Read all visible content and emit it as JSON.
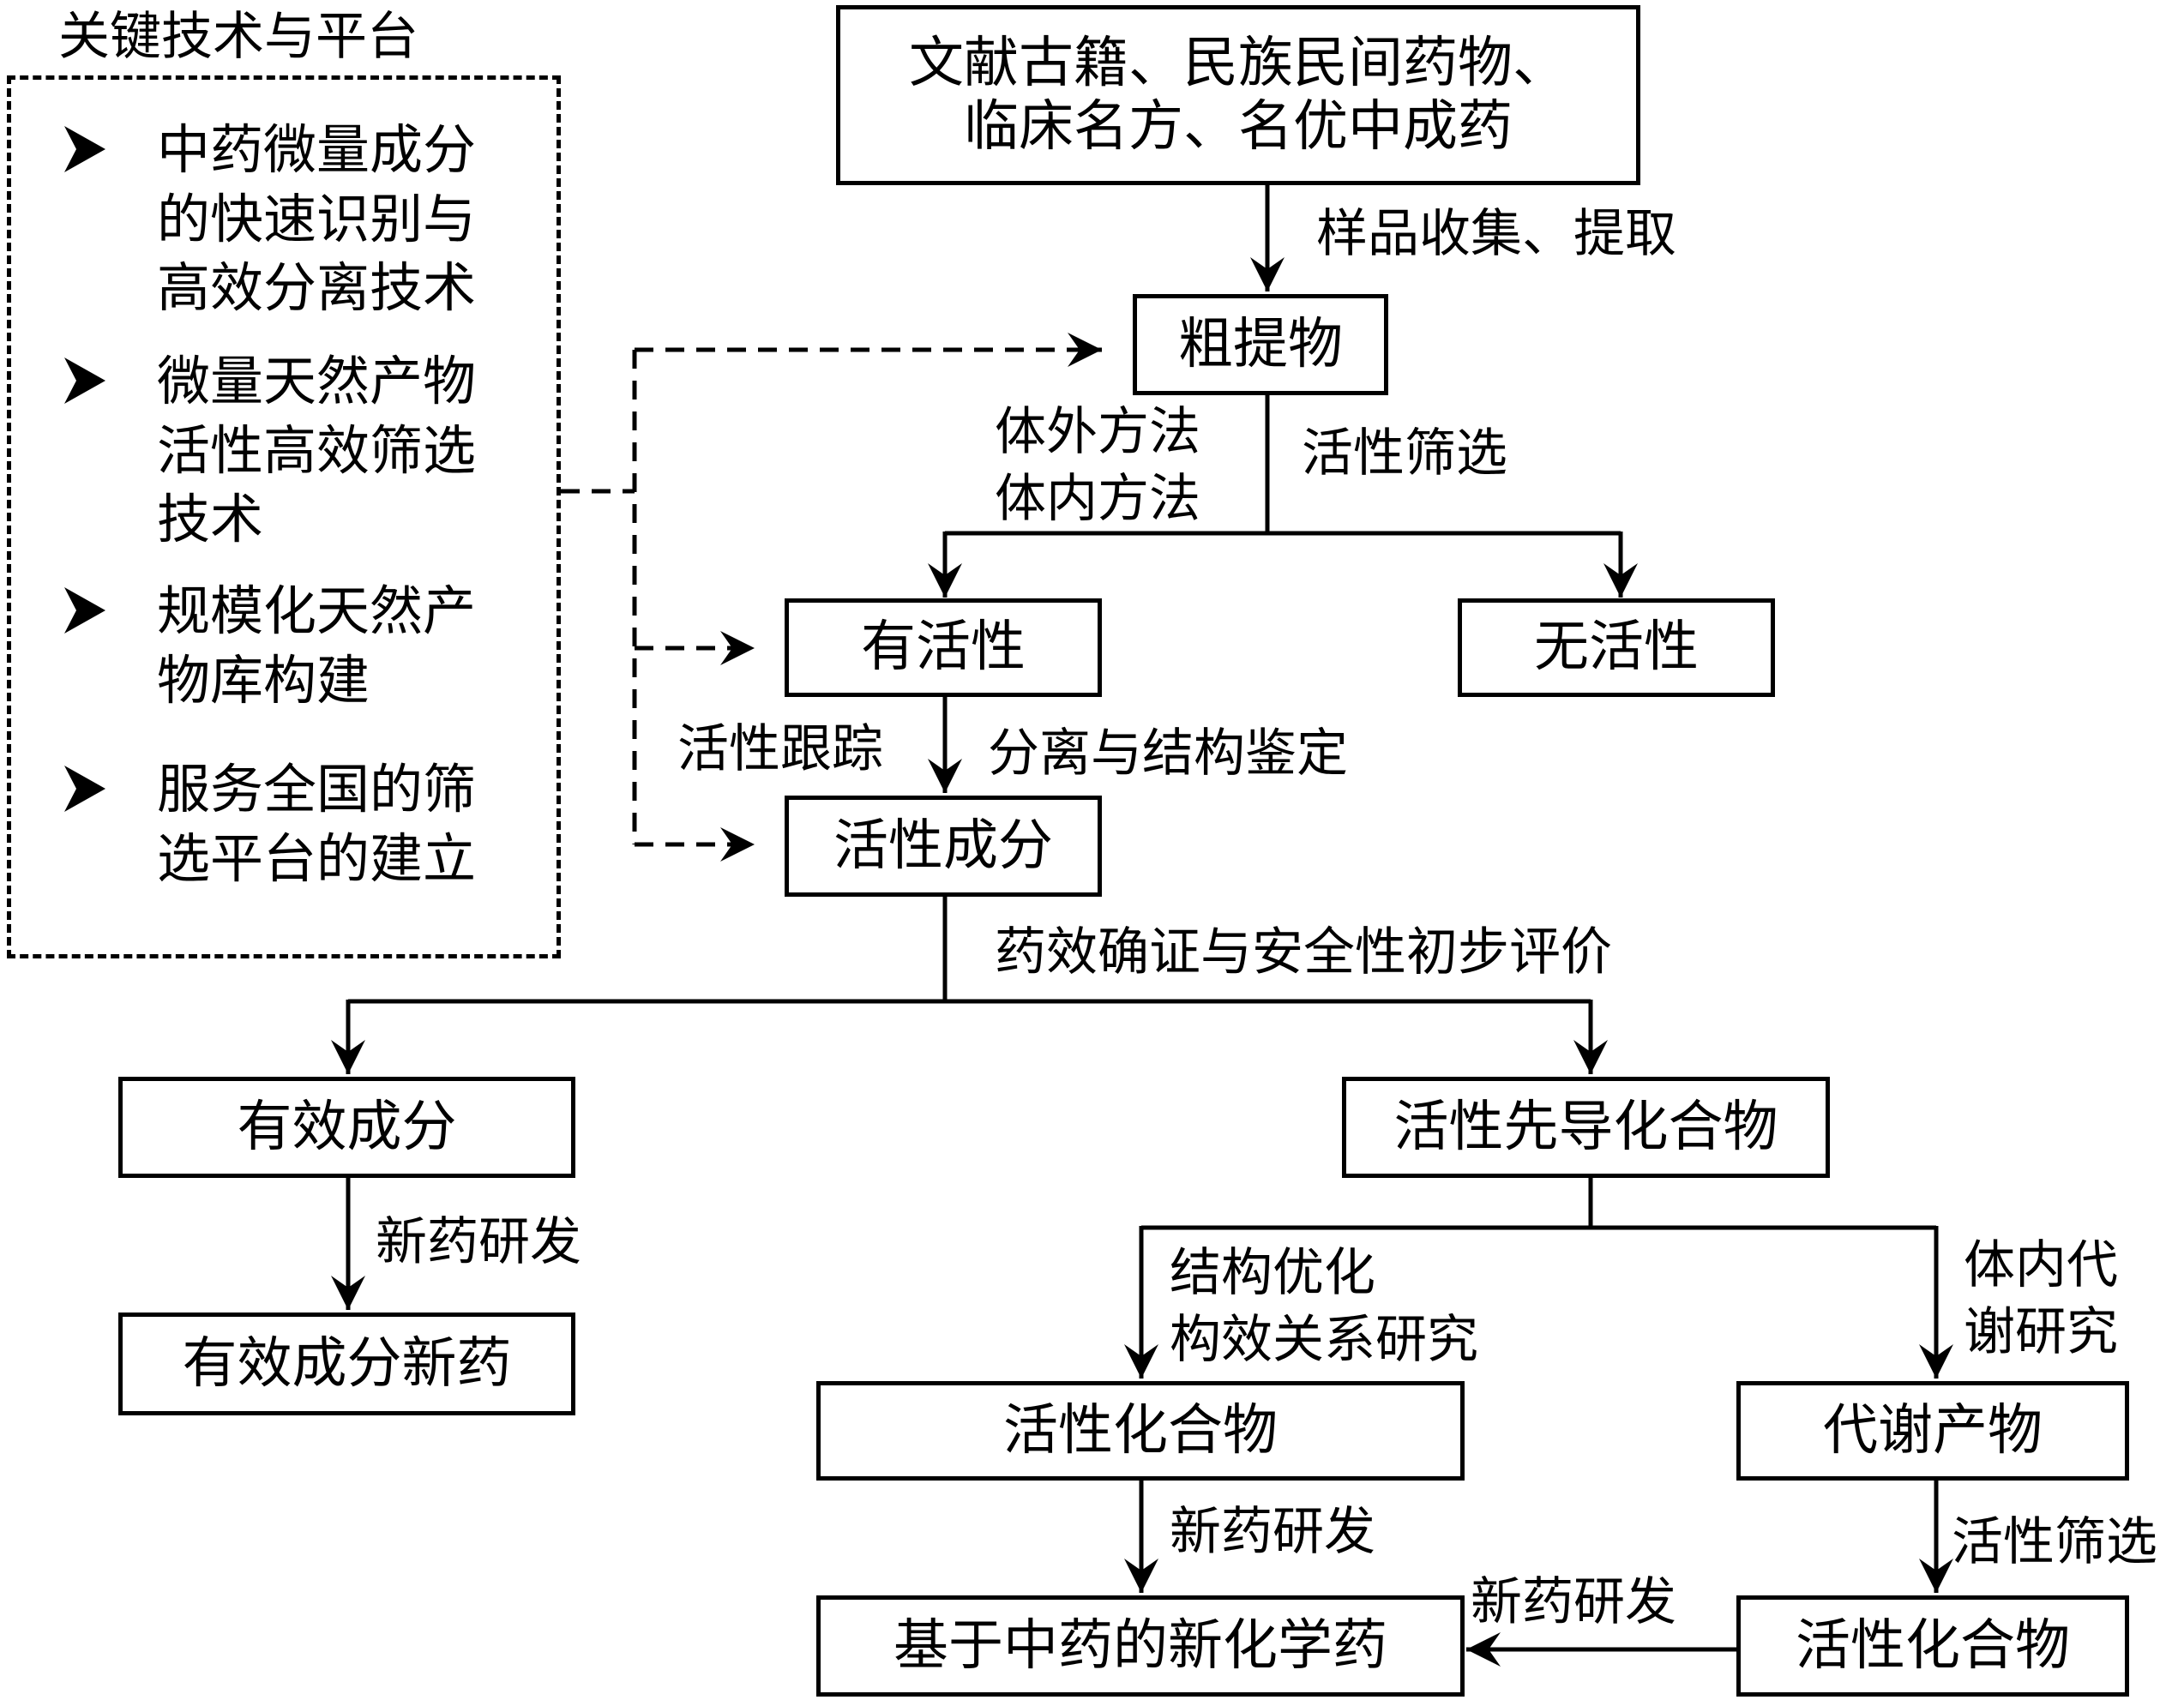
{
  "sidebar": {
    "title": "关键技术与平台",
    "items": [
      {
        "text": "中药微量成分\n的快速识别与\n高效分离技术"
      },
      {
        "text": "微量天然产物\n活性高效筛选\n技术"
      },
      {
        "text": "规模化天然产\n物库构建"
      },
      {
        "text": "服务全国的筛\n选平台的建立"
      }
    ]
  },
  "nodes": {
    "source": "文献古籍、民族民间药物、\n临床名方、名优中成药",
    "crude_extract": "粗提物",
    "active": "有活性",
    "inactive": "无活性",
    "active_components": "活性成分",
    "effective_components": "有效成分",
    "lead_compounds": "活性先导化合物",
    "new_drug_effective": "有效成分新药",
    "active_compounds_1": "活性化合物",
    "metabolites": "代谢产物",
    "new_chemical_drug": "基于中药的新化学药",
    "active_compounds_2": "活性化合物"
  },
  "edges": {
    "sample_collection": "样品收集、提取",
    "methods": "体外方法\n体内方法",
    "activity_screening_1": "活性筛选",
    "activity_tracking": "活性跟踪",
    "separation": "分离与结构鉴定",
    "efficacy": "药效确证与安全性初步评价",
    "new_drug_rd_1": "新药研发",
    "structure_optimization": "结构优化\n构效关系研究",
    "in_vivo_metabolism": "体内代\n谢研究",
    "new_drug_rd_2": "新药研发",
    "activity_screening_2": "活性筛选",
    "new_drug_rd_3": "新药研发"
  }
}
